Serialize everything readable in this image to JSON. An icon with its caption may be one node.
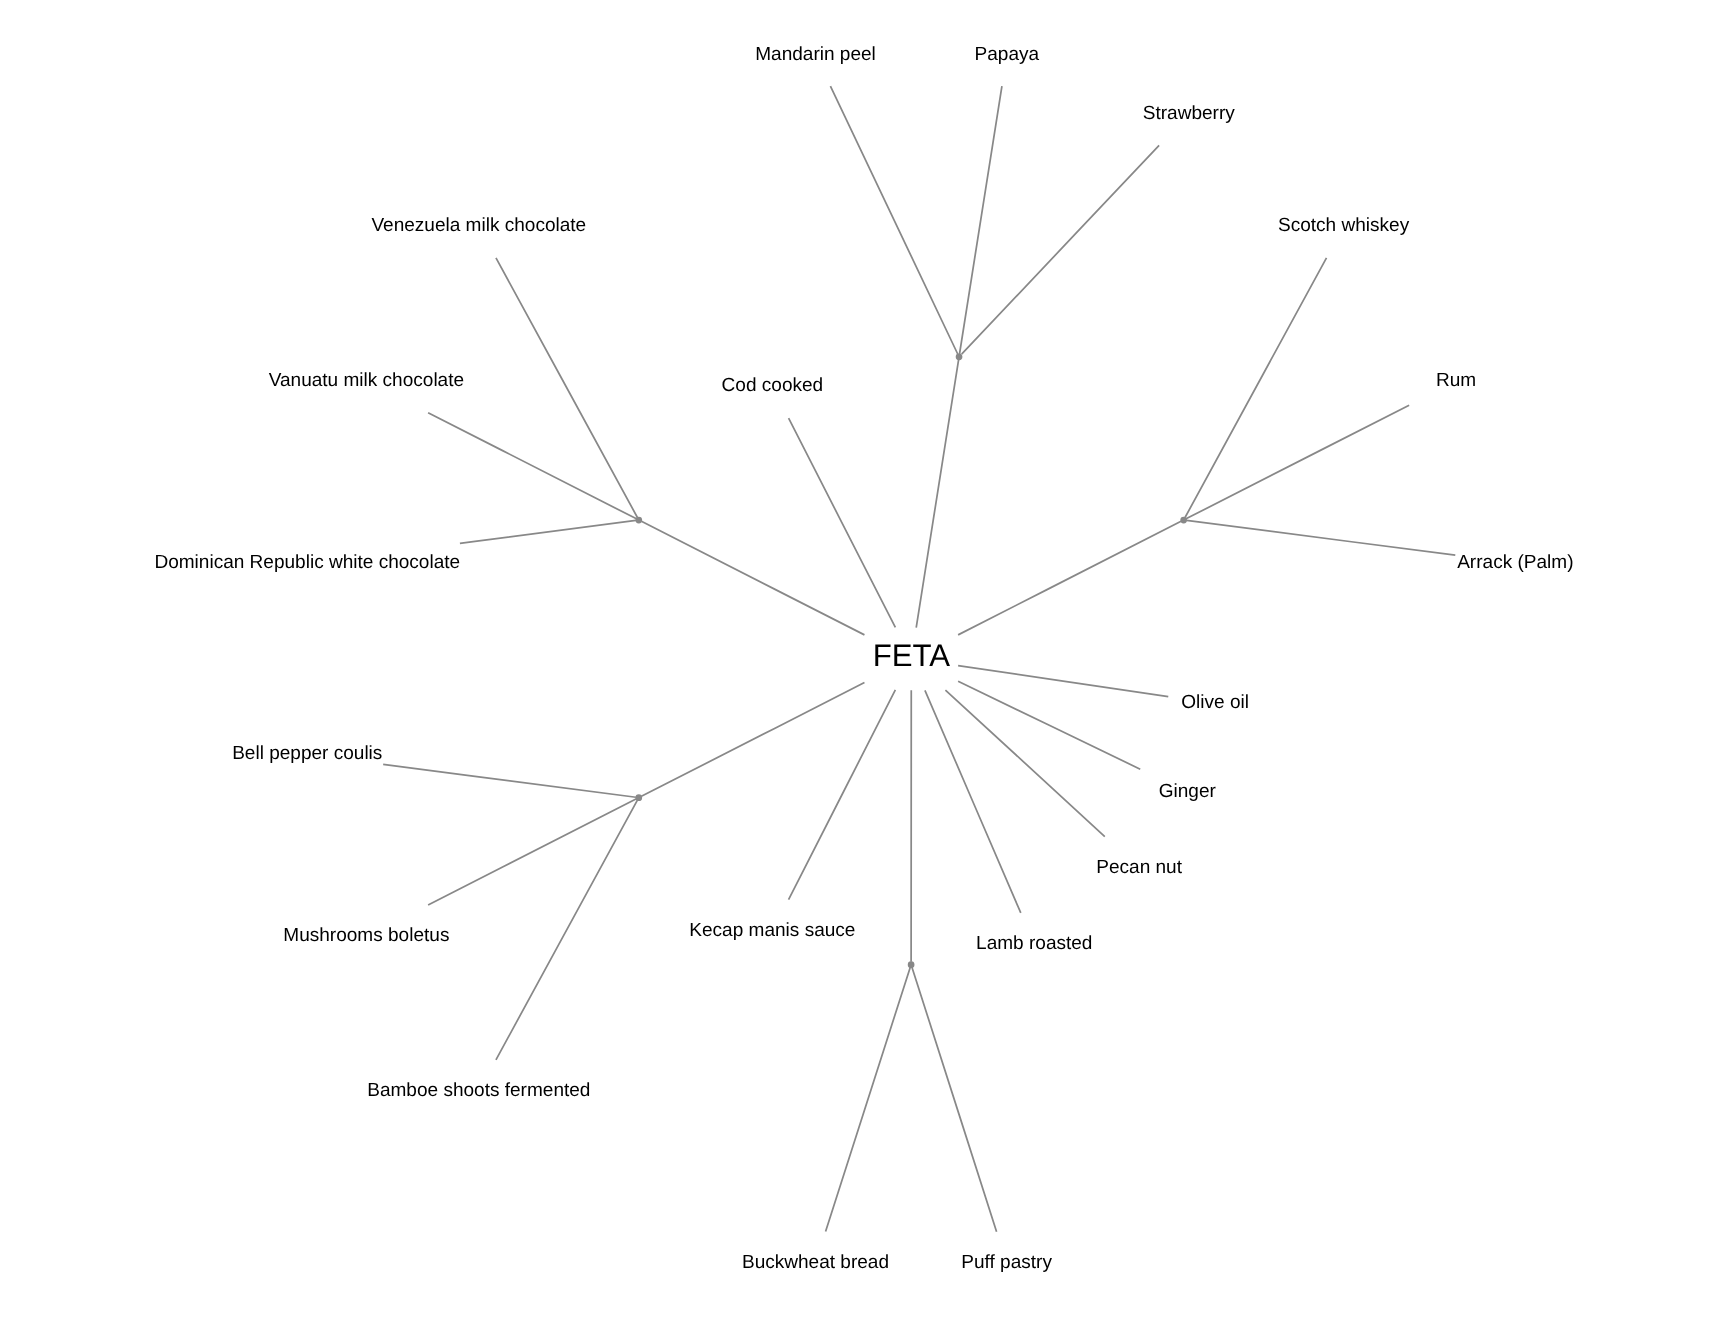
{
  "diagram": {
    "nodes": [
      {
        "text": [
          "FETA"
        ]
      },
      {
        "text": [],
        "shape": "point"
      },
      {
        "text": [
          "Arrack (Palm)"
        ]
      },
      {
        "text": [
          "Rum"
        ]
      },
      {
        "text": [
          "Scotch whiskey"
        ]
      },
      {
        "text": [],
        "shape": "point"
      },
      {
        "text": [
          "Strawberry"
        ]
      },
      {
        "text": [
          "Papaya"
        ]
      },
      {
        "text": [
          "Mandarin peel"
        ]
      },
      {
        "text": [
          "Cod cooked"
        ]
      },
      {
        "text": [],
        "shape": "point"
      },
      {
        "text": [
          "Venezuela milk chocolate"
        ]
      },
      {
        "text": [
          "Vanuatu milk chocolate"
        ]
      },
      {
        "text": [
          "Dominican Republic white chocolate"
        ]
      },
      {
        "text": [],
        "shape": "point"
      },
      {
        "text": [
          "Bell pepper coulis"
        ]
      },
      {
        "text": [
          "Mushrooms boletus"
        ]
      },
      {
        "text": [
          "Bamboe shoots fermented"
        ]
      },
      {
        "text": [
          "Kecap manis sauce"
        ]
      },
      {
        "text": [],
        "shape": "point"
      },
      {
        "text": [
          "Buckwheat bread"
        ]
      },
      {
        "text": [
          "Puff pastry"
        ]
      },
      {
        "text": [
          "Lamb roasted"
        ]
      },
      {
        "text": [
          "Pecan nut"
        ]
      },
      {
        "text": [
          "Ginger"
        ]
      },
      {
        "text": [
          "Olive oil"
        ]
      }
    ],
    "edges": [
      {
        "from": 0,
        "to": 1,
        "arrow": "none"
      },
      {
        "from": 1,
        "to": 2,
        "arrow": "none"
      },
      {
        "from": 1,
        "to": 3,
        "arrow": "none"
      },
      {
        "from": 1,
        "to": 4,
        "arrow": "none"
      },
      {
        "from": 0,
        "to": 5,
        "arrow": "none"
      },
      {
        "from": 5,
        "to": 6,
        "arrow": "none"
      },
      {
        "from": 5,
        "to": 7,
        "arrow": "none"
      },
      {
        "from": 5,
        "to": 8,
        "arrow": "none"
      },
      {
        "from": 0,
        "to": 9,
        "arrow": "none"
      },
      {
        "from": 0,
        "to": 10,
        "arrow": "none"
      },
      {
        "from": 10,
        "to": 11,
        "arrow": "none"
      },
      {
        "from": 10,
        "to": 12,
        "arrow": "none"
      },
      {
        "from": 10,
        "to": 13,
        "arrow": "none"
      },
      {
        "from": 0,
        "to": 14,
        "arrow": "none"
      },
      {
        "from": 14,
        "to": 15,
        "arrow": "none"
      },
      {
        "from": 14,
        "to": 16,
        "arrow": "none"
      },
      {
        "from": 14,
        "to": 17,
        "arrow": "none"
      },
      {
        "from": 0,
        "to": 18,
        "arrow": "none"
      },
      {
        "from": 0,
        "to": 19,
        "arrow": "none"
      },
      {
        "from": 19,
        "to": 20,
        "arrow": "none"
      },
      {
        "from": 19,
        "to": 21,
        "arrow": "none"
      },
      {
        "from": 0,
        "to": 22,
        "arrow": "none"
      },
      {
        "from": 0,
        "to": 23,
        "arrow": "none"
      },
      {
        "from": 0,
        "to": 24,
        "arrow": "none"
      },
      {
        "from": 0,
        "to": 25,
        "arrow": "none"
      }
    ]
  }
}
